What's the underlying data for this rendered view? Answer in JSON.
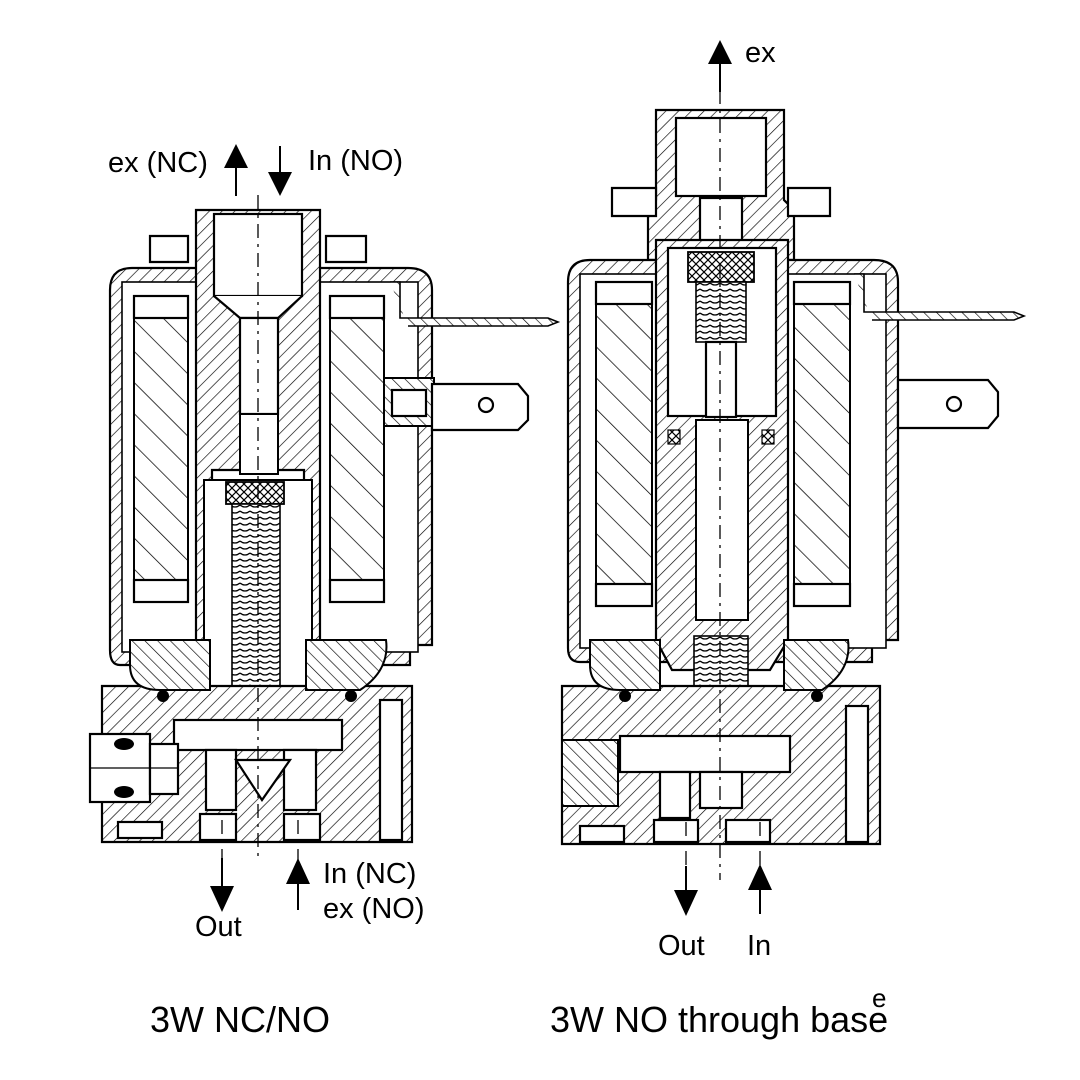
{
  "left_valve": {
    "caption": "3W NC/NO",
    "label_ex_nc": "ex (NC)",
    "label_in_no": "In (NO)",
    "label_in_nc": "In (NC)",
    "label_ex_no": "ex (NO)",
    "label_out": "Out"
  },
  "right_valve": {
    "caption": "3W NO through base",
    "caption_superscript": "e",
    "label_ex": "ex",
    "label_out": "Out",
    "label_in": "In"
  },
  "colors": {
    "line": "#000000",
    "background": "#ffffff"
  }
}
